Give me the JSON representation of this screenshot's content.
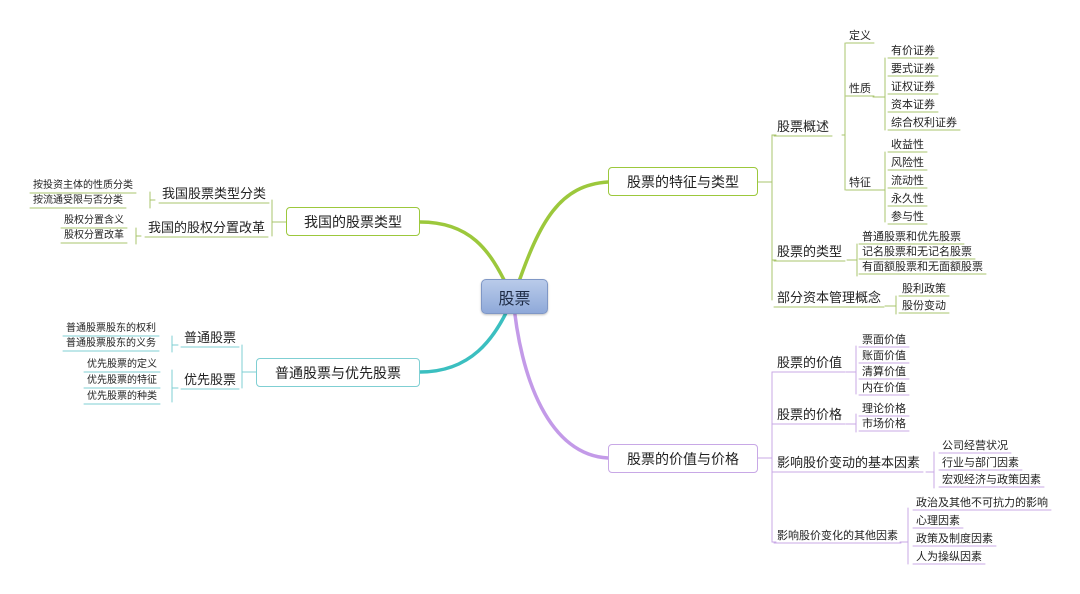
{
  "root": "股票",
  "colors": {
    "green": "#9cc83c",
    "teal": "#3bbfc0",
    "purple": "#c39ae8",
    "olive": "#a9c46c",
    "sky": "#7fcfd3",
    "lilac": "#c8a8e6"
  },
  "branches": {
    "features": {
      "label": "股票的特征与类型",
      "overview": {
        "label": "股票概述",
        "definition": "定义",
        "nature": {
          "label": "性质",
          "items": [
            "有价证券",
            "要式证券",
            "证权证券",
            "资本证券",
            "综合权利证券"
          ]
        },
        "traits": {
          "label": "特征",
          "items": [
            "收益性",
            "风险性",
            "流动性",
            "永久性",
            "参与性"
          ]
        }
      },
      "types": {
        "label": "股票的类型",
        "items": [
          "普通股票和优先股票",
          "记名股票和无记名股票",
          "有面额股票和无面额股票"
        ]
      },
      "capital": {
        "label": "部分资本管理概念",
        "items": [
          "股利政策",
          "股份变动"
        ]
      }
    },
    "value": {
      "label": "股票的价值与价格",
      "stock_value": {
        "label": "股票的价值",
        "items": [
          "票面价值",
          "账面价值",
          "清算价值",
          "内在价值"
        ]
      },
      "stock_price": {
        "label": "股票的价格",
        "items": [
          "理论价格",
          "市场价格"
        ]
      },
      "basic": {
        "label": "影响股价变动的基本因素",
        "items": [
          "公司经营状况",
          "行业与部门因素",
          "宏观经济与政策因素"
        ]
      },
      "other": {
        "label": "影响股价变化的其他因素",
        "items": [
          "政治及其他不可抗力的影响",
          "心理因素",
          "政策及制度因素",
          "人为操纵因素"
        ]
      }
    },
    "china": {
      "label": "我国的股票类型",
      "classify": {
        "label": "我国股票类型分类",
        "items": [
          "按投资主体的性质分类",
          "按流通受限与否分类"
        ]
      },
      "reform": {
        "label": "我国的股权分置改革",
        "items": [
          "股权分置含义",
          "股权分置改革"
        ]
      }
    },
    "common": {
      "label": "普通股票与优先股票",
      "ordinary": {
        "label": "普通股票",
        "items": [
          "普通股票股东的权利",
          "普通股票股东的义务"
        ]
      },
      "preferred": {
        "label": "优先股票",
        "items": [
          "优先股票的定义",
          "优先股票的特征",
          "优先股票的种类"
        ]
      }
    }
  }
}
